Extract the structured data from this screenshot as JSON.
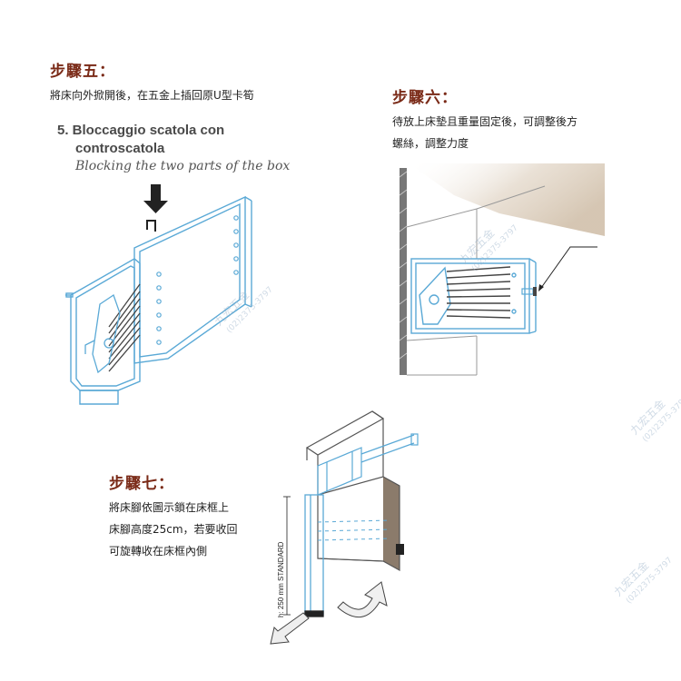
{
  "step5": {
    "title": "步驟五：",
    "desc": "將床向外掀開後，在五金上插回原U型卡筍",
    "figure_title_it": "5. Bloccaggio scatola con",
    "figure_title_it2": "controscatola",
    "figure_subtitle_en": "Blocking the two parts of the box"
  },
  "step6": {
    "title": "步驟六：",
    "desc_line1": "待放上床墊且重量固定後，可調整後方",
    "desc_line2": "螺絲，調整力度"
  },
  "step7": {
    "title": "步驟七：",
    "desc_line1": "將床腳依圖示鎖在床框上",
    "desc_line2": "床腳高度25cm，若要收回",
    "desc_line3": "可旋轉收在床框內側",
    "leg_label": "h: 250 mm STANDARD"
  },
  "watermark": {
    "name": "九宏五金",
    "phone": "(02)2375-3797"
  },
  "colors": {
    "title": "#7a2a17",
    "line_art": "#5aa9d6"
  }
}
